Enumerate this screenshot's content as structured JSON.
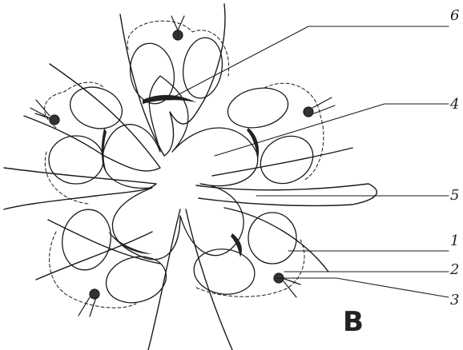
{
  "figure": {
    "panel_letter": "B",
    "callouts": [
      {
        "id": "6",
        "text": "6"
      },
      {
        "id": "4",
        "text": "4"
      },
      {
        "id": "5",
        "text": "5"
      },
      {
        "id": "1",
        "text": "1"
      },
      {
        "id": "2",
        "text": "2"
      },
      {
        "id": "3",
        "text": "3"
      }
    ]
  }
}
